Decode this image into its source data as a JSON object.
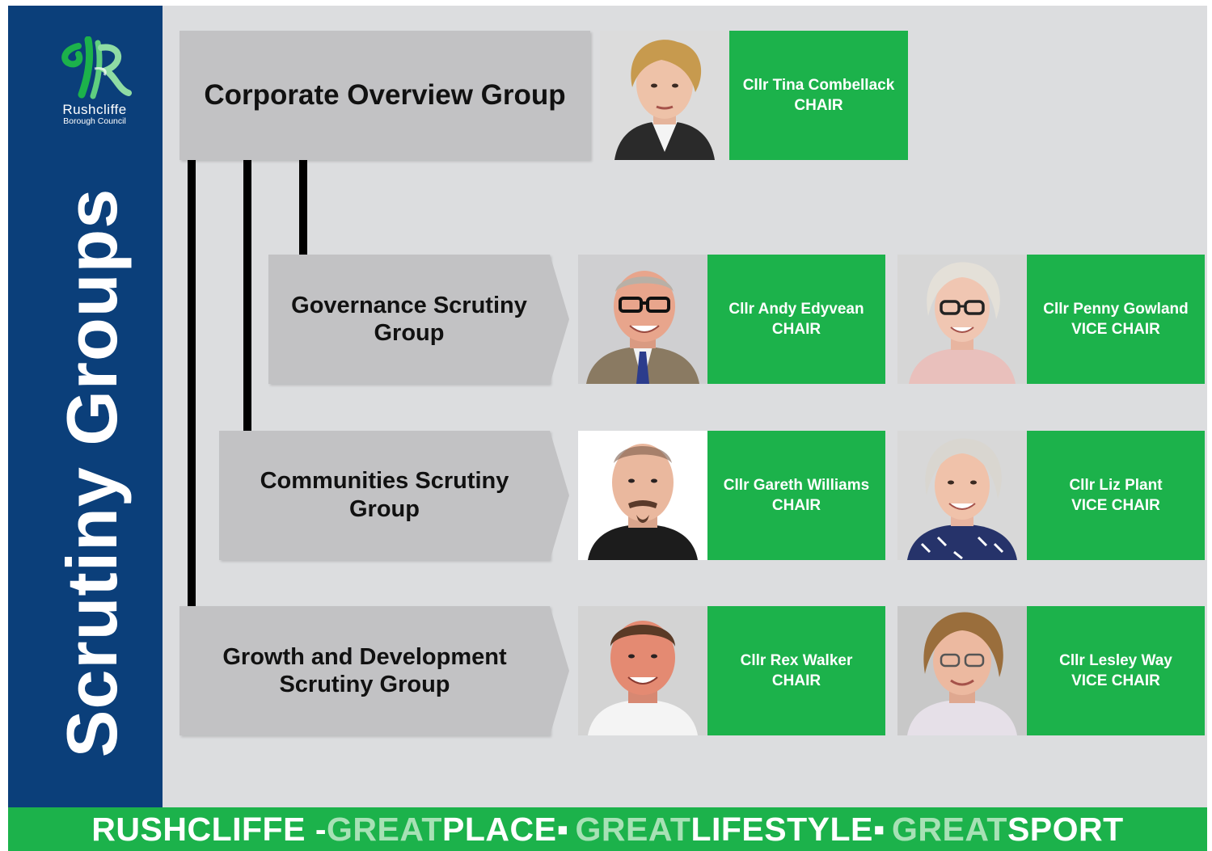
{
  "logo": {
    "name": "Rushcliffe",
    "subtitle": "Borough Council"
  },
  "sidebar_title": "Scrutiny Groups",
  "groups": [
    {
      "name": "Corporate Overview Group"
    },
    {
      "name": "Governance Scrutiny Group"
    },
    {
      "name": "Communities Scrutiny Group"
    },
    {
      "name": "Growth and Development Scrutiny Group"
    }
  ],
  "members": [
    {
      "name": "Cllr Tina Combellack",
      "role": "CHAIR"
    },
    {
      "name": "Cllr Andy Edyvean",
      "role": "CHAIR"
    },
    {
      "name": "Cllr Penny Gowland",
      "role": "VICE CHAIR"
    },
    {
      "name": "Cllr Gareth Williams",
      "role": "CHAIR"
    },
    {
      "name": "Cllr Liz Plant",
      "role": "VICE CHAIR"
    },
    {
      "name": "Cllr Rex Walker",
      "role": "CHAIR"
    },
    {
      "name": "Cllr Lesley Way",
      "role": "VICE CHAIR"
    }
  ],
  "footer": {
    "w1": "RUSHCLIFFE - ",
    "g1": "GREAT",
    "w2": " PLACE ",
    "sep": "▪",
    "g2": "GREAT",
    "w3": " LIFESTYLE ",
    "g3": "GREAT",
    "w4": " SPORT"
  },
  "colors": {
    "navy": "#0b3f7a",
    "green": "#1cb24b",
    "light_green": "#a7e1b5",
    "group_grey": "#c2c2c4",
    "background": "#dcdddf"
  }
}
